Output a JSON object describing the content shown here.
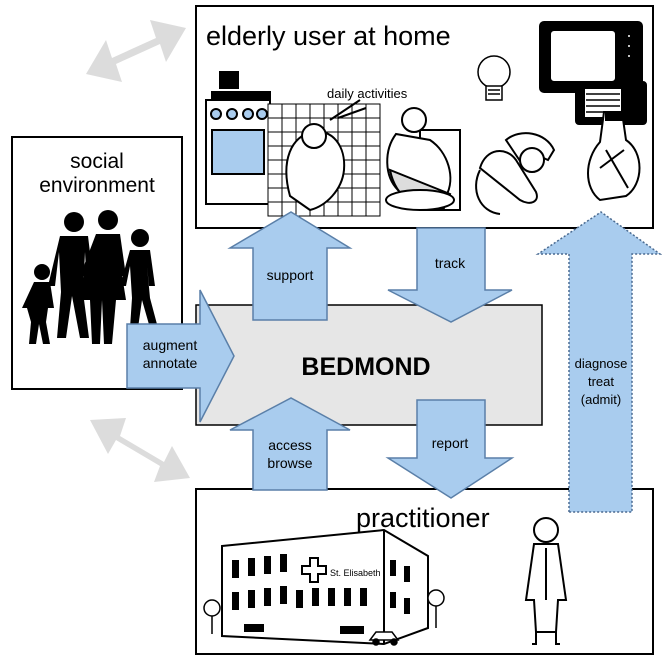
{
  "boxes": {
    "home": {
      "title": "elderly user at home",
      "sublabel": "daily activities"
    },
    "social": {
      "title_line1": "social",
      "title_line2": "environment"
    },
    "practitioner": {
      "title": "practitioner",
      "sign": "St. Elisabeth"
    }
  },
  "center": {
    "label": "BEDMOND"
  },
  "arrows": {
    "support": "support",
    "track": "track",
    "augment_line1": "augment",
    "augment_line2": "annotate",
    "access_line1": "access",
    "access_line2": "browse",
    "report": "report",
    "diagnose_line1": "diagnose",
    "diagnose_line2": "treat",
    "diagnose_line3": "(admit)"
  },
  "colors": {
    "arrow_fill": "#a9ccee",
    "arrow_stroke": "#5a7fa8",
    "center_fill": "#e6e6e6",
    "link_gray": "#dcdcdc"
  }
}
